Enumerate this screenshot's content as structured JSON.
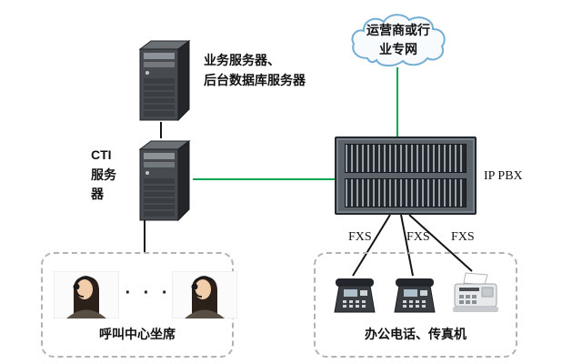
{
  "colors": {
    "green_line": "#00a651",
    "black_line": "#151515",
    "dashed_border": "#b3b3b3",
    "cloud_fill": "#f7fbfe",
    "cloud_stroke": "#74aed2"
  },
  "nodes": {
    "business_server": {
      "label": "业务服务器、\n后台数据库服务器"
    },
    "cti_server": {
      "label": "CTI\n服务\n器"
    },
    "cloud": {
      "label": "运营商或行\n业专网"
    },
    "ippbx": {
      "label": "IP PBX"
    },
    "fxs": [
      "FXS",
      "FXS",
      "FXS"
    ],
    "callcenter": {
      "label": "呼叫中心坐席",
      "dots": "· · ·"
    },
    "office": {
      "label": "办公电话、传真机"
    }
  },
  "icons": {
    "tower_server": "tower-server-icon",
    "cloud": "cloud-icon",
    "ippbx": "ippbx-chassis-icon",
    "agent": "call-agent-photo",
    "desk_phone": "desk-phone-icon",
    "fax": "fax-machine-icon"
  }
}
